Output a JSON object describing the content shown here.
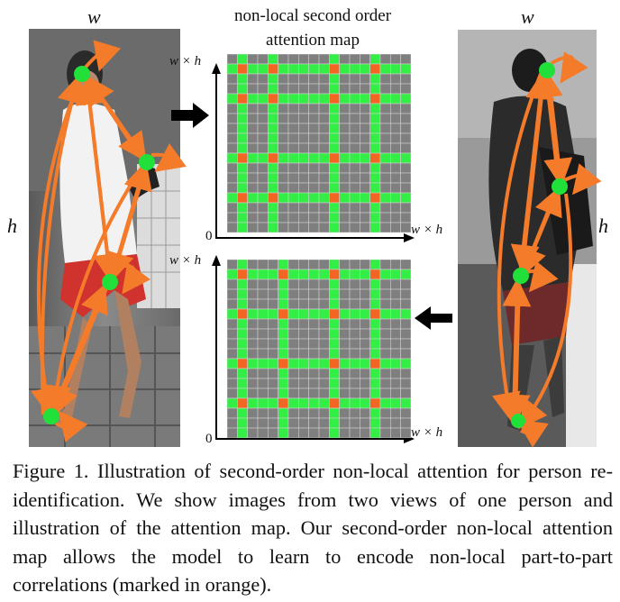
{
  "figure": {
    "panel_title": [
      "non-local second order",
      "attention map"
    ],
    "axis_label_x": "w × h",
    "axis_label_y": "w × h",
    "axis_origin": "0",
    "left_image": {
      "width_label": "w",
      "height_label": "h"
    },
    "right_image": {
      "width_label": "w",
      "height_label": "h"
    },
    "colors": {
      "grid_bg": "#7f7f7f",
      "grid_line": "#cfcfcf",
      "highlight_green": "#33ee44",
      "highlight_orange": "#f26522",
      "arrow_orange": "#f47b2a",
      "node_green": "#22e03a",
      "arrow_black": "#000000"
    },
    "attention_map_top": {
      "size": 18,
      "highlight_indices": [
        1,
        4,
        10,
        14
      ]
    },
    "attention_map_bottom": {
      "size": 18,
      "highlight_indices": [
        1,
        5,
        10,
        14
      ]
    }
  },
  "caption": {
    "text": "Figure 1. Illustration of second-order non-local attention for person re-identification. We show images from two views of one person and illustration of the attention map. Our second-order non-local attention map allows the model to learn to encode non-local part-to-part correlations (marked in orange)."
  }
}
